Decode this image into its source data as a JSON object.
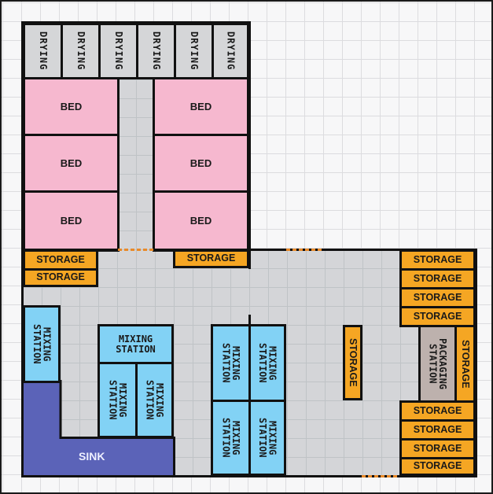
{
  "diagram": {
    "type": "floor-plan",
    "colors": {
      "drying": "#d5d6d8",
      "bed": "#f6b8cf",
      "storage": "#f5a623",
      "mixing_station": "#82d2f5",
      "packaging_station": "#bdb1ad",
      "sink": "#5b63b8",
      "door": "#e98a2a",
      "floor": "#d4d5d8"
    },
    "drying_room": {
      "racks": [
        {
          "label": "DRYING"
        },
        {
          "label": "DRYING"
        },
        {
          "label": "DRYING"
        },
        {
          "label": "DRYING"
        },
        {
          "label": "DRYING"
        },
        {
          "label": "DRYING"
        }
      ]
    },
    "beds": [
      {
        "label": "BED"
      },
      {
        "label": "BED"
      },
      {
        "label": "BED"
      },
      {
        "label": "BED"
      },
      {
        "label": "BED"
      },
      {
        "label": "BED"
      }
    ],
    "storage": [
      {
        "label": "STORAGE"
      },
      {
        "label": "STORAGE"
      },
      {
        "label": "STORAGE"
      },
      {
        "label": "STORAGE"
      },
      {
        "label": "STORAGE"
      },
      {
        "label": "STORAGE"
      },
      {
        "label": "STORAGE"
      },
      {
        "label": "STORAGE"
      },
      {
        "label": "STORAGE"
      },
      {
        "label": "STORAGE"
      },
      {
        "label": "STORAGE"
      },
      {
        "label": "STORAGE"
      },
      {
        "label": "STORAGE"
      }
    ],
    "mixing_stations": [
      {
        "label": "MIXING STATION"
      },
      {
        "label": "MIXING STATION"
      },
      {
        "label": "MIXING STATION"
      },
      {
        "label": "MIXING STATION"
      },
      {
        "label": "MIXING STATION"
      },
      {
        "label": "MIXING STATION"
      },
      {
        "label": "MIXING STATION"
      },
      {
        "label": "MIXING STATION"
      }
    ],
    "packaging_station": {
      "label": "PACKAGING STATION"
    },
    "sink": {
      "label": "SINK"
    }
  }
}
